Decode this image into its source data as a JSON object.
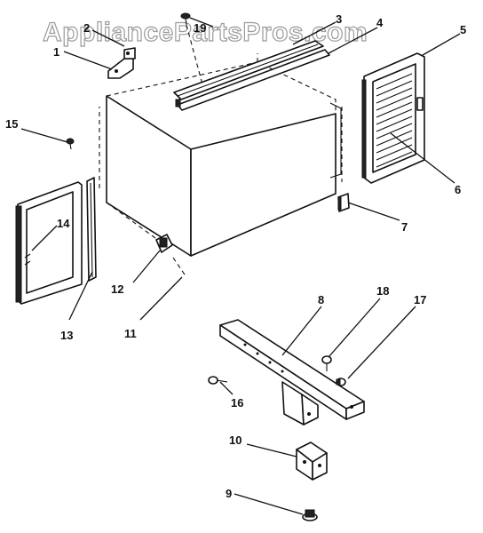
{
  "watermark": "AppliancePartsPros.com",
  "callouts": [
    {
      "id": "c1",
      "label": "1"
    },
    {
      "id": "c2",
      "label": "2"
    },
    {
      "id": "c3",
      "label": "3"
    },
    {
      "id": "c4",
      "label": "4"
    },
    {
      "id": "c5",
      "label": "5"
    },
    {
      "id": "c6",
      "label": "6"
    },
    {
      "id": "c7",
      "label": "7"
    },
    {
      "id": "c8",
      "label": "8"
    },
    {
      "id": "c9",
      "label": "9"
    },
    {
      "id": "c10",
      "label": "10"
    },
    {
      "id": "c11",
      "label": "11"
    },
    {
      "id": "c12",
      "label": "12"
    },
    {
      "id": "c13",
      "label": "13"
    },
    {
      "id": "c14",
      "label": "14"
    },
    {
      "id": "c15",
      "label": "15"
    },
    {
      "id": "c16",
      "label": "16"
    },
    {
      "id": "c17",
      "label": "17"
    },
    {
      "id": "c18",
      "label": "18"
    },
    {
      "id": "c19",
      "label": "19"
    }
  ]
}
